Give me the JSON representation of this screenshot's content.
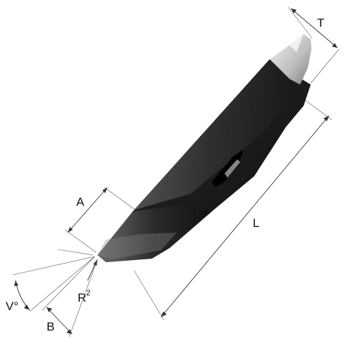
{
  "diagram": {
    "labels": {
      "thickness": "T",
      "length": "L",
      "width_a": "A",
      "radius": "R",
      "radius_superscript": "2",
      "angle": "V°",
      "width_b": "B"
    },
    "colors": {
      "background": "#ffffff",
      "blade_dark": "#1c1c1c",
      "blade_mid": "#3a3a3a",
      "blade_light": "#6e6e6e",
      "tip_highlight": "#d8d8d8",
      "dimension_lines": "#333333",
      "label_text": "#111111"
    },
    "icons": {
      "blade": "saw-tooth-blade-icon"
    }
  }
}
